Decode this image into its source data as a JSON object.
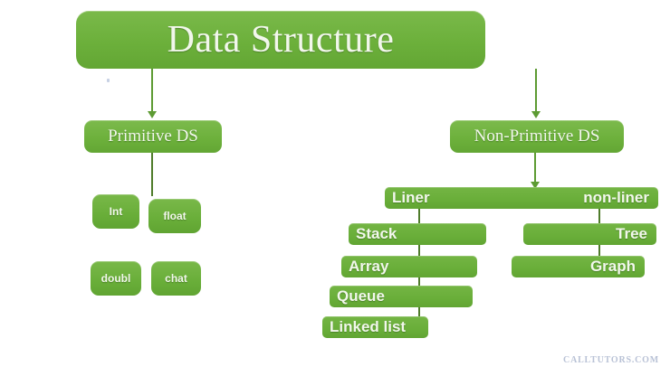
{
  "diagram": {
    "title": "Data Structure",
    "watermark": "CALLTUTORS.COM",
    "colors": {
      "node_green": "#6db33f",
      "connector_green": "#5d9b33",
      "connector_dark": "#4f7c2b",
      "text": "#f2f7ec",
      "background": "#ffffff",
      "watermark": "#b9c2d6"
    },
    "level1": {
      "primitive": "Primitive DS",
      "non_primitive": "Non-Primitive DS"
    },
    "primitive_types": [
      {
        "label": "Int"
      },
      {
        "label": "float"
      },
      {
        "label": "doubl"
      },
      {
        "label": "chat"
      }
    ],
    "non_primitive_categories": {
      "linear": "Liner",
      "non_linear": "non-liner"
    },
    "linear_types": [
      {
        "label": "Stack"
      },
      {
        "label": "Array"
      },
      {
        "label": "Queue"
      },
      {
        "label": "Linked list"
      }
    ],
    "non_linear_types": [
      {
        "label": "Tree"
      },
      {
        "label": "Graph"
      }
    ]
  }
}
